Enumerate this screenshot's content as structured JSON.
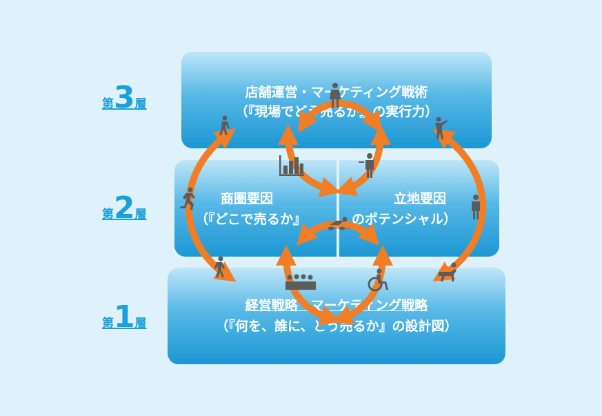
{
  "layers": [
    {
      "prefix": "第",
      "number": "3",
      "suffix": "層"
    },
    {
      "prefix": "第",
      "number": "2",
      "suffix": "層"
    },
    {
      "prefix": "第",
      "number": "1",
      "suffix": "層"
    }
  ],
  "boxes": {
    "top": {
      "title": "店舗運営・マーケティング戦術",
      "subtitle": "（『現場でどう売るか』の実行力）"
    },
    "mid_left": {
      "title": "商圏要因",
      "subtitle": "（『どこで売るか』"
    },
    "mid_right": {
      "title": "立地要因",
      "subtitle": "のポテンシャル）"
    },
    "bottom": {
      "title": "経営戦略・マーケティング戦略",
      "subtitle": "（『何を、誰に、どう売るか』の設計図）"
    }
  },
  "colors": {
    "arrow": "#f07e26",
    "label": "#1aa0dc",
    "box_top": "#bfe6f8",
    "box_bottom": "#1c97d3",
    "icon": "#5c5c5c"
  },
  "icons": [
    "person-walking-icon",
    "person-standing-icon",
    "person-pointing-icon",
    "person-running-icon",
    "bar-chart-icon",
    "presenter-icon",
    "person-standing-icon",
    "swimmer-icon",
    "person-climbing-icon",
    "group-icon",
    "wheelchair-icon",
    "person-crawling-icon"
  ]
}
